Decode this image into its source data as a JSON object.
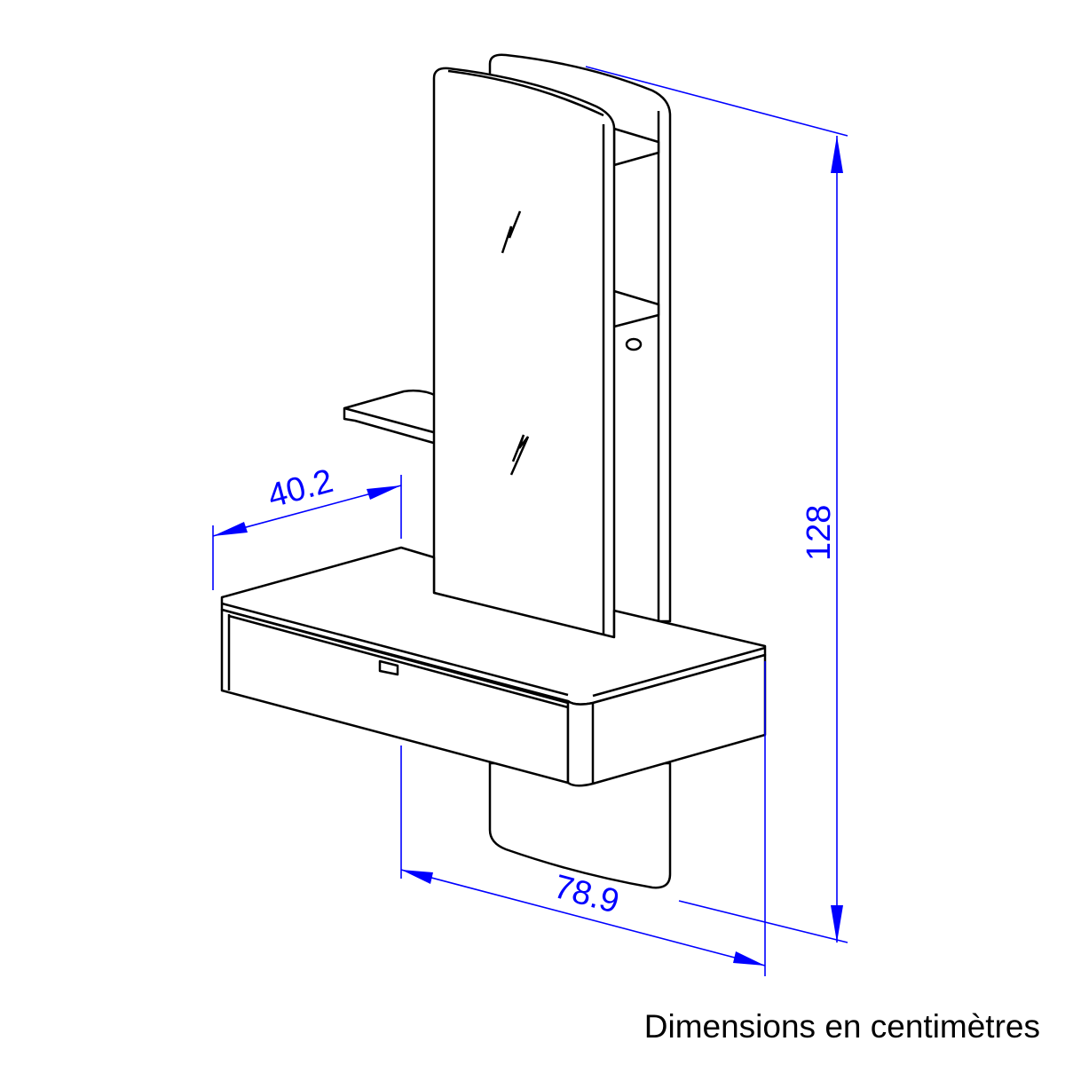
{
  "dimensions": {
    "depth": "40.2",
    "height": "128",
    "width": "78.9"
  },
  "caption": "Dimensions en centimètres",
  "colors": {
    "dimension_lines": "#0000ff",
    "outline": "#000000"
  }
}
